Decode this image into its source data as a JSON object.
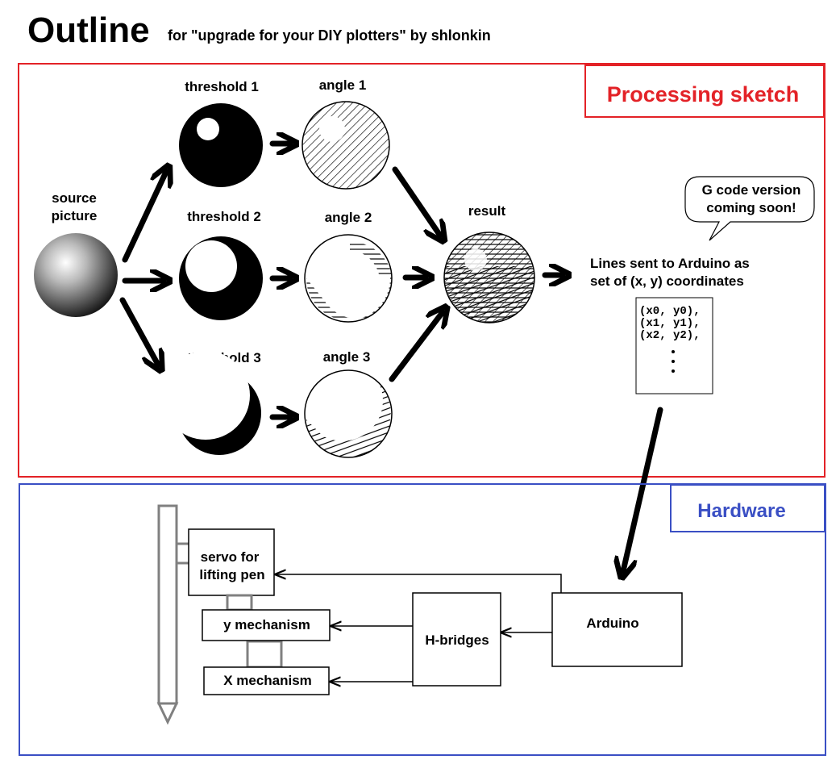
{
  "header": {
    "title": "Outline",
    "subtitle": "for \"upgrade for your DIY plotters\" by shlonkin"
  },
  "processing": {
    "section_title": "Processing sketch",
    "accent_color": "#e32227",
    "source_label_1": "source",
    "source_label_2": "picture",
    "thresholds": [
      "threshold 1",
      "threshold 2",
      "threshold 3"
    ],
    "angles": [
      "angle 1",
      "angle 2",
      "angle 3"
    ],
    "result_label": "result",
    "callout_line_1": "G code version",
    "callout_line_2": "coming soon!",
    "lines_text_1": "Lines sent to Arduino as",
    "lines_text_2": "set of (x, y) coordinates",
    "coords": [
      "(x0, y0),",
      "(x1, y1),",
      "(x2, y2),"
    ]
  },
  "hardware": {
    "section_title": "Hardware",
    "accent_color": "#3a4fc4",
    "servo_line_1": "servo for",
    "servo_line_2": "lifting pen",
    "y_mechanism": "y mechanism",
    "x_mechanism": "X mechanism",
    "hbridges": "H-bridges",
    "arduino": "Arduino"
  }
}
